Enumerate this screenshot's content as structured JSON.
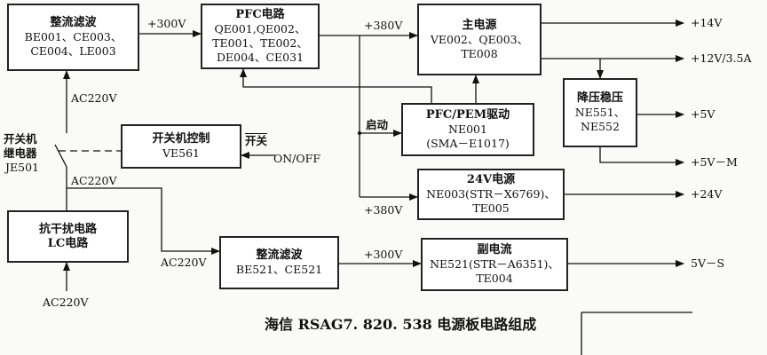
{
  "boxes": {
    "rectifier1": {
      "title": "整流滤波",
      "lines": [
        "BE001、CE003、",
        "CE004、LE003"
      ]
    },
    "pfc": {
      "title": "PFC电路",
      "lines": [
        "QE001,QE002、",
        "TE001、TE002、",
        "DE004、CE031"
      ]
    },
    "main_power": {
      "title": "主电源",
      "lines": [
        "VE002、QE003、",
        "TE008"
      ]
    },
    "buck_reg": {
      "title": "降压稳压",
      "lines": [
        "NE551、",
        "NE552"
      ]
    },
    "pfc_pem": {
      "title": "PFC/PEM驱动",
      "lines": [
        "NE001",
        "(SMA－E1017)"
      ]
    },
    "power24v": {
      "title": "24V电源",
      "lines": [
        "NE003(STR－X6769)、",
        "TE005"
      ]
    },
    "switch_ctrl": {
      "title": "开关机控制",
      "lines": [
        "VE561"
      ]
    },
    "emi_filter": {
      "title": "抗干扰电路",
      "lines": [
        "LC电路"
      ]
    },
    "rectifier2": {
      "title": "整流滤波",
      "lines": [
        "BE521、CE521"
      ]
    },
    "aux_power": {
      "title": "副电流",
      "lines": [
        "NE521(STR－A6351)、",
        "TE004"
      ]
    }
  },
  "labels": {
    "v300_top": "+300V",
    "v380_top": "+380V",
    "v380_bottom": "+380V",
    "v300_bottom": "+300V",
    "ac220_1": "AC220V",
    "ac220_2": "AC220V",
    "ac220_3": "AC220V",
    "ac220_input": "AC220V",
    "start": "启动",
    "relay_line1": "开关机",
    "relay_line2": "继电器",
    "relay_line3": "JE501",
    "switch_label": "开关",
    "on_off": "ON/OFF"
  },
  "outputs": [
    "+14V",
    "+12V/3.5A",
    "+5V",
    "+5V－M",
    "+24V",
    "5V－S"
  ],
  "caption": "海信 RSAG7. 820. 538 电源板电路组成"
}
